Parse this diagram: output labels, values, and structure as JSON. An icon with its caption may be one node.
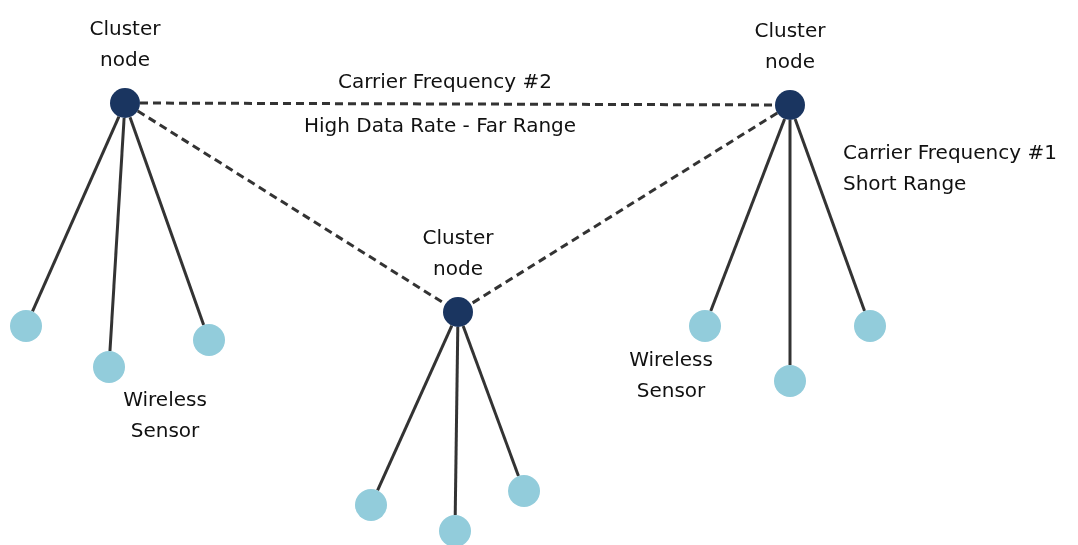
{
  "diagram": {
    "nodes": [
      {
        "text": [
          "Cluster node"
        ]
      },
      {
        "text": [
          "Cluster node"
        ]
      },
      {
        "text": [
          "Cluster node"
        ]
      },
      {
        "text": [],
        "shape": "circle"
      },
      {
        "text": [],
        "shape": "circle",
        "beside": [
          "Wireless Sensor"
        ]
      },
      {
        "text": [],
        "shape": "circle"
      },
      {
        "text": [],
        "shape": "circle"
      },
      {
        "text": [],
        "shape": "circle"
      },
      {
        "text": [],
        "shape": "circle"
      },
      {
        "text": [],
        "shape": "circle",
        "beside": [
          "Wireless Sensor"
        ]
      },
      {
        "text": [],
        "shape": "circle"
      },
      {
        "text": [],
        "shape": "circle"
      }
    ],
    "edges": [
      {
        "from": 0,
        "to": 1,
        "arrow": "none",
        "style": "dashed",
        "label": "Carrier Frequency #2"
      },
      {
        "from": 0,
        "to": 2,
        "arrow": "none",
        "style": "dashed"
      },
      {
        "from": 1,
        "to": 2,
        "arrow": "none",
        "style": "dashed"
      },
      {
        "from": 0,
        "to": 3,
        "arrow": "none"
      },
      {
        "from": 0,
        "to": 4,
        "arrow": "none"
      },
      {
        "from": 0,
        "to": 5,
        "arrow": "none"
      },
      {
        "from": 2,
        "to": 6,
        "arrow": "none"
      },
      {
        "from": 2,
        "to": 7,
        "arrow": "none"
      },
      {
        "from": 2,
        "to": 8,
        "arrow": "none"
      },
      {
        "from": 1,
        "to": 9,
        "arrow": "none"
      },
      {
        "from": 1,
        "to": 10,
        "arrow": "none"
      },
      {
        "from": 1,
        "to": 11,
        "arrow": "none"
      }
    ],
    "labels": [
      "High Data Rate - Far Range",
      "Carrier Frequency #1 Short Range"
    ]
  }
}
